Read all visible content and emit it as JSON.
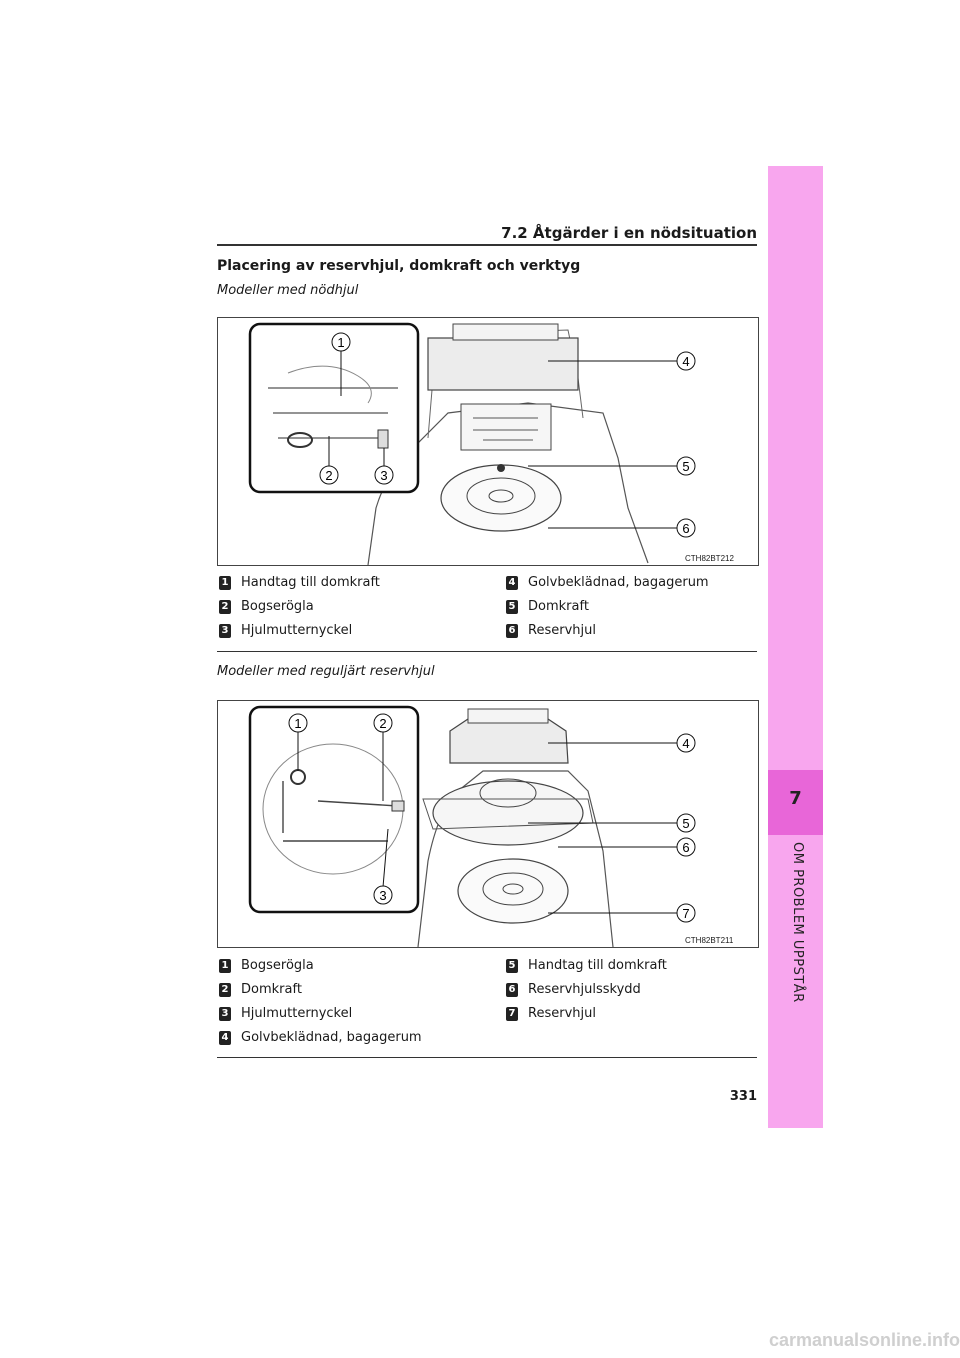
{
  "header": {
    "section_title": "7.2  Åtgärder i en nödsituation"
  },
  "section_heading": "Placering av reservhjul, domkraft och verktyg",
  "figures": [
    {
      "caption": "Modeller med nödhjul",
      "figure_code": "CTH82BT212",
      "legend": [
        {
          "num": "1",
          "label": "Handtag till domkraft"
        },
        {
          "num": "2",
          "label": "Bogserögla"
        },
        {
          "num": "3",
          "label": "Hjulmutternyckel"
        },
        {
          "num": "4",
          "label": "Golvbeklädnad, bagagerum"
        },
        {
          "num": "5",
          "label": "Domkraft"
        },
        {
          "num": "6",
          "label": "Reservhjul"
        }
      ]
    },
    {
      "caption": "Modeller med reguljärt reservhjul",
      "figure_code": "CTH82BT211",
      "legend": [
        {
          "num": "1",
          "label": "Bogserögla"
        },
        {
          "num": "2",
          "label": "Domkraft"
        },
        {
          "num": "3",
          "label": "Hjulmutternyckel"
        },
        {
          "num": "4",
          "label": "Golvbeklädnad, bagagerum"
        },
        {
          "num": "5",
          "label": "Handtag till domkraft"
        },
        {
          "num": "6",
          "label": "Reservhjulsskydd"
        },
        {
          "num": "7",
          "label": "Reservhjul"
        }
      ]
    }
  ],
  "page_number": "331",
  "side_tab": {
    "chapter_number": "7",
    "chapter_title": "OM PROBLEM UPPSTÅR",
    "color": "#f8a6ee",
    "accent": "#e866d8"
  },
  "watermark": "carmanualsonline.info"
}
